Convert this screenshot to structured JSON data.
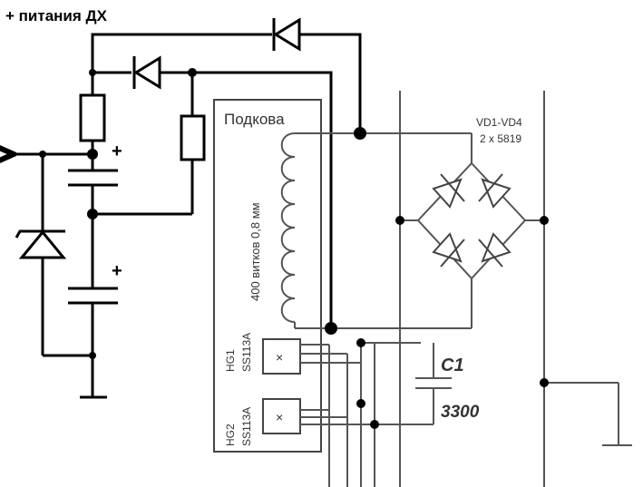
{
  "labels": {
    "supply": "+ питания ДХ",
    "podkova": "Подкова",
    "winding": "400 витков 0,8 мм",
    "bridge_name": "VD1-VD4",
    "bridge_type": "2 х 5819",
    "hg1_name": "HG1",
    "hg1_type": "SS113A",
    "hg2_name": "HG2",
    "hg2_type": "SS113A",
    "cap_name": "C1",
    "cap_value": "3300",
    "plus_top": "+",
    "plus_bottom": "+",
    "sensor_mark_1": "×",
    "sensor_mark_2": "×"
  },
  "colors": {
    "wire": "#000000",
    "gray_wire": "#555555",
    "box": "#444444"
  }
}
